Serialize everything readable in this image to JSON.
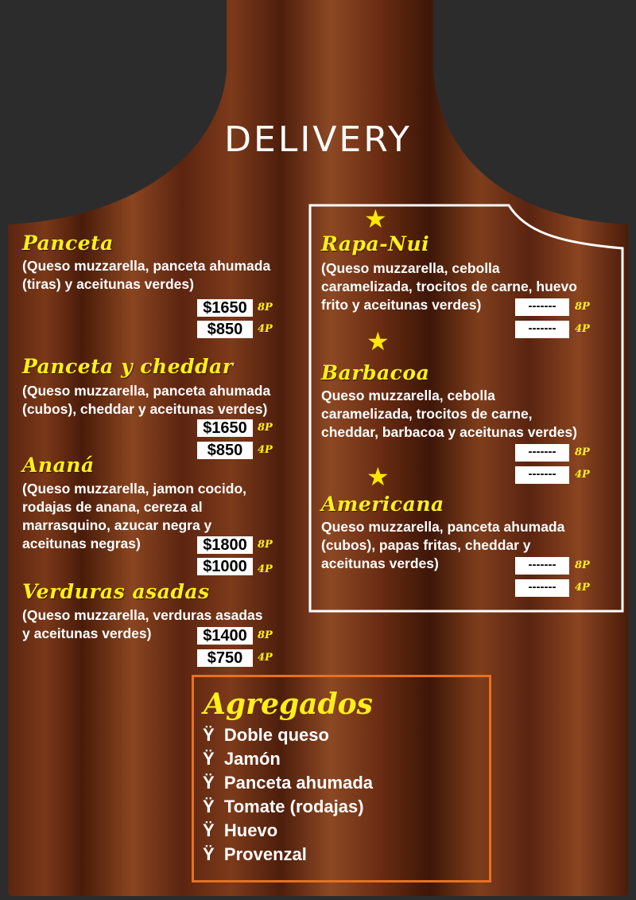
{
  "header": {
    "title": "DELIVERY"
  },
  "sizes": {
    "large": "8P",
    "small": "4P"
  },
  "left_menu": [
    {
      "name": "Panceta",
      "desc": [
        "(Queso muzzarella, panceta ahumada",
        "(tiras) y aceitunas verdes)"
      ],
      "price_8p": "$1650",
      "price_4p": "$850"
    },
    {
      "name": "Panceta y cheddar",
      "desc": [
        "(Queso muzzarella, panceta ahumada",
        "(cubos), cheddar y aceitunas verdes)"
      ],
      "price_8p": "$1650",
      "price_4p": "$850"
    },
    {
      "name": "Ananá",
      "desc": [
        "(Queso muzzarella, jamon cocido,",
        "rodajas de anana, cereza al",
        "marrasquino, azucar negra y",
        "aceitunas negras)"
      ],
      "price_8p": "$1800",
      "price_4p": "$1000"
    },
    {
      "name": "Verduras asadas",
      "desc": [
        "(Queso muzzarella, verduras asadas",
        "y aceitunas verdes)"
      ],
      "price_8p": "$1400",
      "price_4p": "$750"
    }
  ],
  "right_menu": [
    {
      "name": "Rapa-Nui",
      "desc": [
        "(Queso muzzarella, cebolla",
        "caramelizada, trocitos de carne, huevo",
        "frito y aceitunas verdes)"
      ],
      "price_8p": "-------",
      "price_4p": "-------"
    },
    {
      "name": "Barbacoa",
      "desc": [
        "Queso muzzarella, cebolla",
        "caramelizada, trocitos de carne,",
        "cheddar, barbacoa y aceitunas verdes)"
      ],
      "price_8p": "-------",
      "price_4p": "-------"
    },
    {
      "name": "Americana",
      "desc": [
        "Queso muzzarella, panceta ahumada",
        "(cubos), papas fritas, cheddar y",
        "aceitunas verdes)"
      ],
      "price_8p": "-------",
      "price_4p": "-------"
    }
  ],
  "agregados": {
    "title": "Agregados",
    "bullet": "Ÿ",
    "items": [
      "Doble queso",
      "Jamón",
      "Panceta ahumada",
      "Tomate (rodajas)",
      "Huevo",
      "Provenzal"
    ]
  },
  "colors": {
    "background": "#2c2c2c",
    "title_yellow": "#ffef1a",
    "border_orange": "#e8701e"
  }
}
